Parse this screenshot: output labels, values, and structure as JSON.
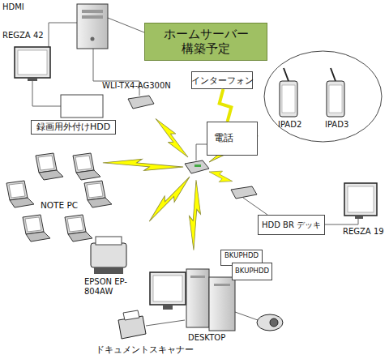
{
  "diagram": {
    "nodes": [
      {
        "text": [
          "ホームサーバー 構築予定"
        ]
      },
      {
        "text": [
          "録画用外付けHDD"
        ]
      },
      {
        "text": [
          "インターフォン"
        ]
      },
      {
        "text": [
          "電話"
        ]
      },
      {
        "text": [
          "IPAD2",
          "IPAD3"
        ]
      },
      {
        "text": [
          "HDD BR デッキ"
        ]
      },
      {
        "text": [
          "BKUPHDD"
        ]
      },
      {
        "text": [
          "BKUPHDD"
        ]
      }
    ],
    "edges": [
      {
        "from": 2,
        "to": 3,
        "arrow": "none"
      }
    ],
    "labels": [
      "HDMI",
      "REGZA 42",
      "WLI-TX4-AG300N",
      "NOTE PC",
      "REGZA 19",
      "EPSON EP-804AW",
      "DESKTOP",
      "ドキュメントスキャナー"
    ]
  }
}
